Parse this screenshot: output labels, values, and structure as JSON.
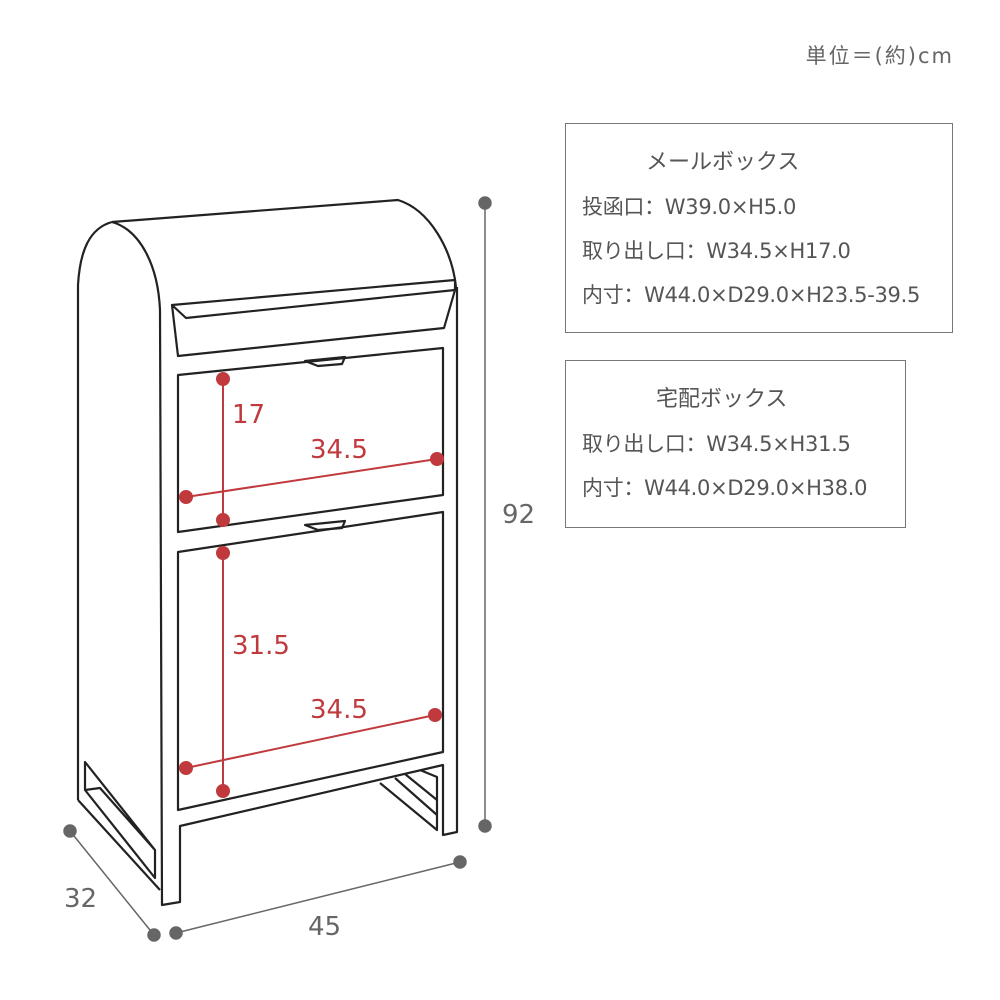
{
  "unit_label": "単位＝(約)cm",
  "mailbox_spec": {
    "title": "メールボックス",
    "lines": [
      "投函口：W39.0×H5.0",
      "取り出し口：W34.5×H17.0",
      "内寸：W44.0×D29.0×H23.5-39.5"
    ]
  },
  "parcel_spec": {
    "title": "宅配ボックス",
    "lines": [
      "取り出し口：W34.5×H31.5",
      "内寸：W44.0×D29.0×H38.0"
    ]
  },
  "dimensions": {
    "height": "92",
    "width": "45",
    "depth": "32",
    "upper_door_height": "17",
    "upper_door_width": "34.5",
    "lower_door_height": "31.5",
    "lower_door_width": "34.5"
  },
  "colors": {
    "accent": "#c0393c",
    "outline": "#222222",
    "dimension": "#666666"
  }
}
